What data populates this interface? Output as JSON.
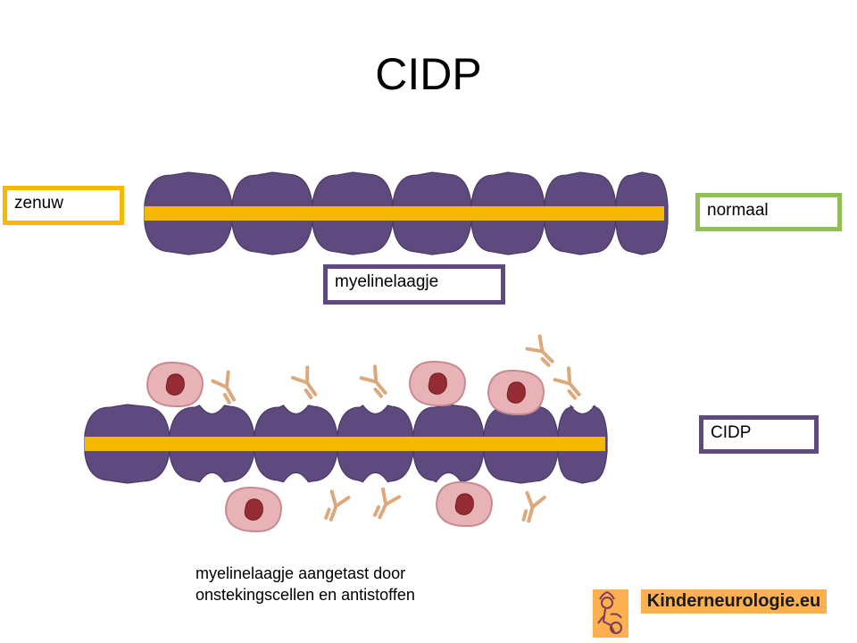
{
  "title": "CIDP",
  "labels": {
    "nerve": "zenuw",
    "normal": "normaal",
    "myelin": "myelinelaagje",
    "cidp": "CIDP"
  },
  "caption": {
    "line1": "myelinelaagje aangetast door",
    "line2": "onstekingscellen en antistoffen"
  },
  "branding": {
    "text": "Kinderneurologie.eu"
  },
  "colors": {
    "nerve_yellow": "#f6b800",
    "myelin_purple": "#5e4a7e",
    "normal_green": "#8fbf55",
    "antibody_tan": "#dea87d",
    "cell_pink": "#e8b3b7",
    "nucleus_red": "#962c33",
    "brand_orange": "#fcb050"
  }
}
